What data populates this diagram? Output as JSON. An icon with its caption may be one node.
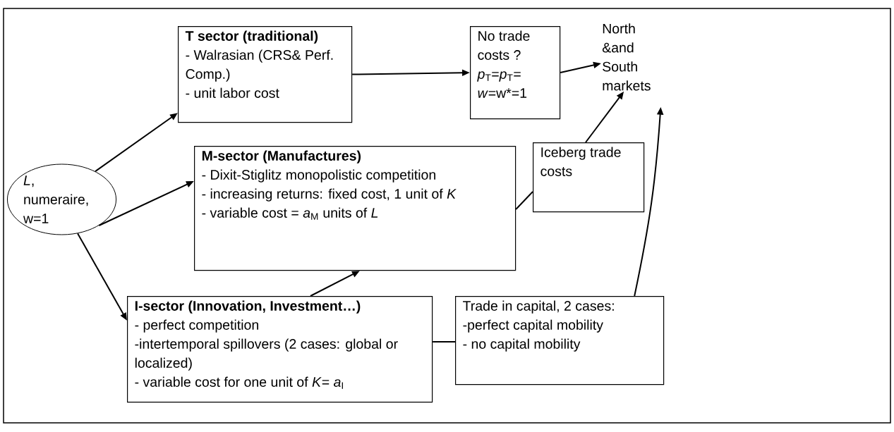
{
  "diagram": {
    "nodes": [
      {
        "text": [
          "*L*, numeraire, w=1"
        ]
      },
      {
        "text": [
          "T sector (traditional)",
          "- Walrasian (CRS& Perf. Comp.)",
          "- unit labor cost"
        ]
      },
      {
        "text": [
          "No trade costs ?",
          "*p*$_{T}$=*p*$_{T}$= *w*=w*=1"
        ]
      },
      {
        "text": [
          "North &and South markets"
        ]
      },
      {
        "text": [
          "M-sector (Manufactures)",
          "- Dixit-Stiglitz monopolistic competition",
          "- increasing returns: fixed cost, 1 unit of *K*",
          "- variable cost = *a*$_{M}$ units of *L*"
        ]
      },
      {
        "text": [
          "Iceberg trade costs"
        ]
      },
      {
        "text": [
          "I-sector (Innovation, Investment…)",
          "- perfect competition",
          "-intertemporal spillovers (2 cases: global or localized)",
          "- variable cost for one unit of *K*= *a*$_{I}$"
        ]
      },
      {
        "text": [
          "Trade in capital, 2 cases:",
          "-perfect capital mobility",
          "- no capital mobility"
        ]
      }
    ],
    "edges": [
      {
        "from": 0,
        "to": 1,
        "arrow": "to"
      },
      {
        "from": 1,
        "to": 2,
        "arrow": "to"
      },
      {
        "from": 2,
        "to": 3,
        "arrow": "to"
      },
      {
        "from": 0,
        "to": 4,
        "arrow": "to"
      },
      {
        "from": 0,
        "to": 6,
        "arrow": "to"
      },
      {
        "from": 6,
        "to": 4,
        "arrow": "to"
      },
      {
        "from": 4,
        "to": 5,
        "arrow": "none"
      },
      {
        "from": 5,
        "to": 3,
        "arrow": "to"
      },
      {
        "from": 6,
        "to": 7,
        "arrow": "none"
      },
      {
        "from": 7,
        "to": 3,
        "arrow": "to"
      }
    ]
  }
}
